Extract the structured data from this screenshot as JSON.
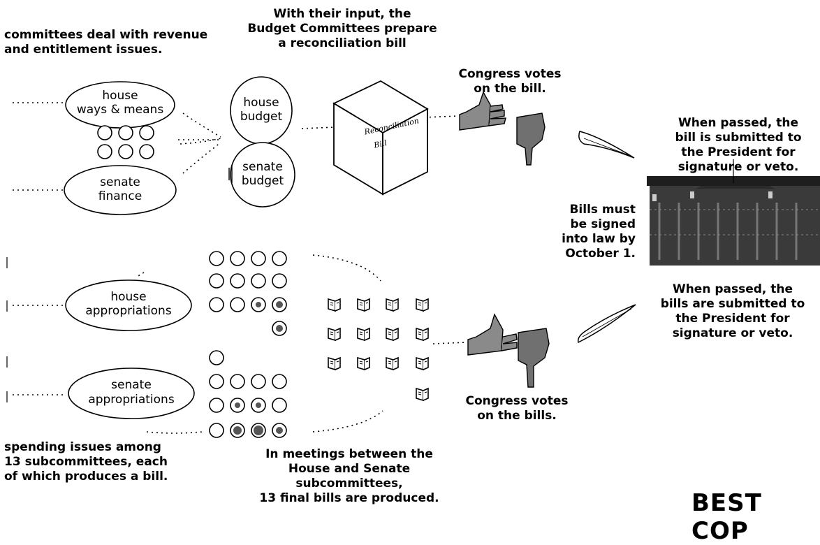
{
  "captions": {
    "revenue": "committees deal with revenue\nand entitlement issues.",
    "budget_input": "With their input, the\nBudget Committees prepare\na reconciliation bill",
    "congress_votes_bill": "Congress votes\non the bill.",
    "passed_bill": "When passed, the\nbill is submitted to\nthe President for\nsignature or veto.",
    "bills_deadline": "Bills must\nbe signed\ninto law by\nOctober 1.",
    "passed_bills": "When passed, the\nbills are submitted to\nthe President for\nsignature or veto.",
    "congress_votes_bills": "Congress votes\non the bills.",
    "spending": "spending issues among\n13 subcommittees, each\nof which produces a bill.",
    "meetings": "In meetings between the\nHouse and Senate\nsubcommittees,\n13 final bills are produced.",
    "best_copy": "BEST COP"
  },
  "committees": {
    "house_ways_means": [
      "house",
      "ways & means"
    ],
    "senate_finance": [
      "senate",
      "finance"
    ],
    "house_budget": [
      "house",
      "budget"
    ],
    "senate_budget": [
      "senate",
      "budget"
    ],
    "house_appropriations": [
      "house",
      "appropriations"
    ],
    "senate_appropriations": [
      "senate",
      "appropriations"
    ]
  },
  "reconciliation_book": [
    "Reconciliation",
    "Bill"
  ],
  "colors": {
    "ink": "#000000",
    "paper": "#ffffff",
    "hand": "#8a8a8a",
    "white_house": "#3a3a3a"
  }
}
